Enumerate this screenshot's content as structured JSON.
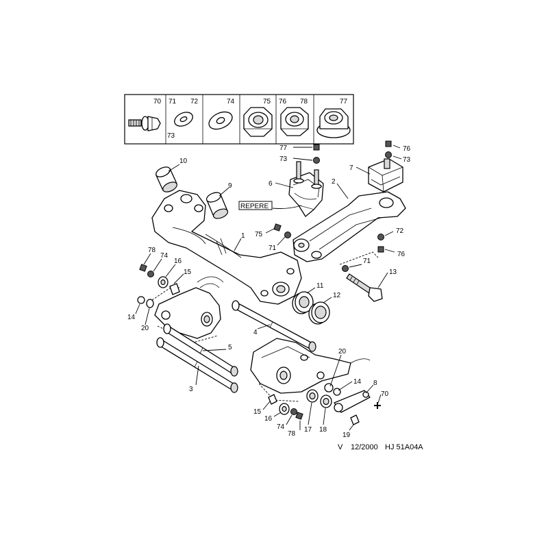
{
  "legend": {
    "cells": [
      {
        "ref_a": "70",
        "ref_b": "",
        "ref_c": "",
        "icon": "screw-with-washer-icon"
      },
      {
        "ref_a": "71",
        "ref_b": "72",
        "ref_c": "73",
        "icon": "small-washer-icon"
      },
      {
        "ref_a": "74",
        "ref_b": "",
        "ref_c": "",
        "icon": "flat-washer-icon"
      },
      {
        "ref_a": "75",
        "ref_b": "",
        "ref_c": "",
        "icon": "hex-nut-icon"
      },
      {
        "ref_a": "76",
        "ref_b": "78",
        "ref_c": "",
        "icon": "lock-nut-icon"
      },
      {
        "ref_a": "77",
        "ref_b": "",
        "ref_c": "",
        "icon": "flange-nut-icon"
      }
    ]
  },
  "callouts": {
    "c77a": "77",
    "c73a": "73",
    "c6": "6",
    "c2": "2",
    "c76a": "76",
    "c73b": "73",
    "c7": "7",
    "c10": "10",
    "c9": "9",
    "c75": "75",
    "c71a": "71",
    "c72": "72",
    "c76b": "76",
    "c1": "1",
    "c71b": "71",
    "c13": "13",
    "c78a": "78",
    "c74a": "74",
    "c16a": "16",
    "c15a": "15",
    "c11": "11",
    "c12": "12",
    "c14a": "14",
    "c20a": "20",
    "c4": "4",
    "c5": "5",
    "c3": "3",
    "c20b": "20",
    "c14b": "14",
    "c8": "8",
    "c70": "70",
    "c15b": "15",
    "c16b": "16",
    "c74b": "74",
    "c78b": "78",
    "c17": "17",
    "c18": "18",
    "c19": "19"
  },
  "repere_label": "REPERE",
  "footer": {
    "version": "V",
    "date": "12/2000",
    "reference": "HJ 51A04A"
  }
}
